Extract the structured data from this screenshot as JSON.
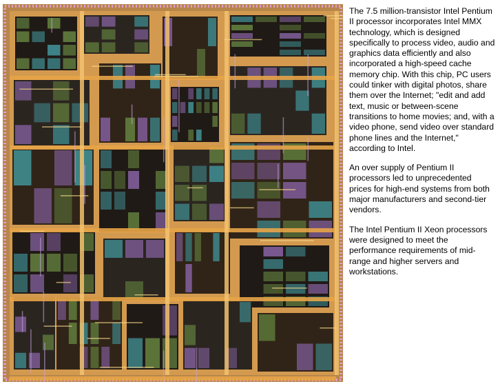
{
  "image": {
    "subject": "chip-die-photo",
    "colors": {
      "frame": "#b7864b",
      "pad_pink": "#e59ad3",
      "die_dark": "#201a16",
      "bus_orange": "#e7a447",
      "bus_gold": "#f2c26e",
      "block_green": "#5f7a3c",
      "block_teal": "#3f8a8e",
      "block_purple": "#7e5c96"
    }
  },
  "paragraphs": [
    "The 7.5 million-transistor Intel Pentium II processor incorporates Intel MMX technology, which is designed specifically to process video, audio and graphics data efficiently and also incorporated a high-speed cache memory chip. With this chip, PC users could tinker with digital photos, share them over the Internet; \"edit and add text, music or between-scene transitions to home movies; and, with a video phone, send video over standard phone lines and the Internet,\" according to Intel.",
    "An over supply of Pentium II processors led to unprecedented prices for high-end systems from both major manufacturers and second-tier vendors.",
    "The Intel Pentium II Xeon processors were designed to meet the performance requirements of mid-range and higher servers and workstations."
  ]
}
